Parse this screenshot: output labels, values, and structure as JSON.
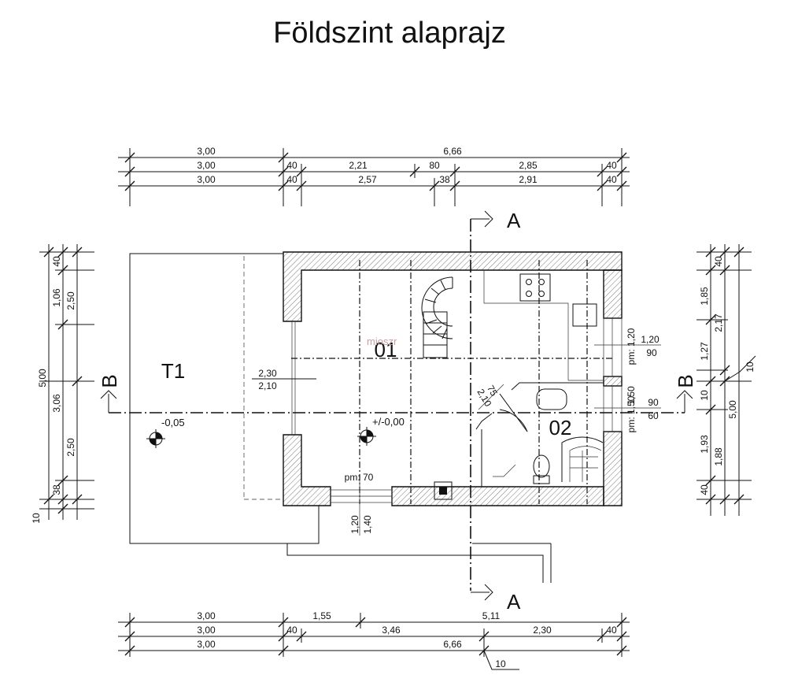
{
  "title": "Földszint alaprajz",
  "rooms": {
    "t1": "T1",
    "r01": "01",
    "r02": "02"
  },
  "sections": {
    "a": "A",
    "b": "B"
  },
  "top_dims": {
    "row1": [
      "3,00",
      "6,66"
    ],
    "row2": [
      "3,00",
      "40",
      "2,21",
      "80",
      "2,85",
      "40"
    ],
    "row3": [
      "3,00",
      "40",
      "2,57",
      "38",
      "2,91",
      "40"
    ]
  },
  "bottom_dims": {
    "row1": [
      "3,00",
      "1,55",
      "5,11"
    ],
    "row2": [
      "3,00",
      "40",
      "3,46",
      "2,30",
      "40"
    ],
    "row3": [
      "3,00",
      "6,66",
      "10"
    ]
  },
  "left_dims": {
    "outer": [
      "5,00"
    ],
    "mid": [
      "40",
      "1,06",
      "3,06",
      "38",
      "10"
    ],
    "inner": [
      "2,50",
      "2,50"
    ]
  },
  "right_dims": {
    "outer": [
      "1,85",
      "1,27",
      "1,93",
      "40",
      "10"
    ],
    "mid": [
      "40",
      "2,17",
      "5,00",
      "1,88"
    ],
    "notes": [
      "10"
    ]
  },
  "openings": {
    "terrace_door": [
      "2,30",
      "2,10"
    ],
    "window_right_upper": [
      "1,20",
      "pm: 1,20",
      "90"
    ],
    "window_right_lower": [
      "1,50",
      "pm: 1,50",
      "90",
      "60"
    ],
    "window_bottom": [
      "pm: 70",
      "1,20",
      "1,40"
    ],
    "bath_door": [
      "75",
      "2,10"
    ]
  },
  "levels": {
    "terrace": "-0,05",
    "interior": "+/-0,00"
  },
  "watermark": "mioszr"
}
